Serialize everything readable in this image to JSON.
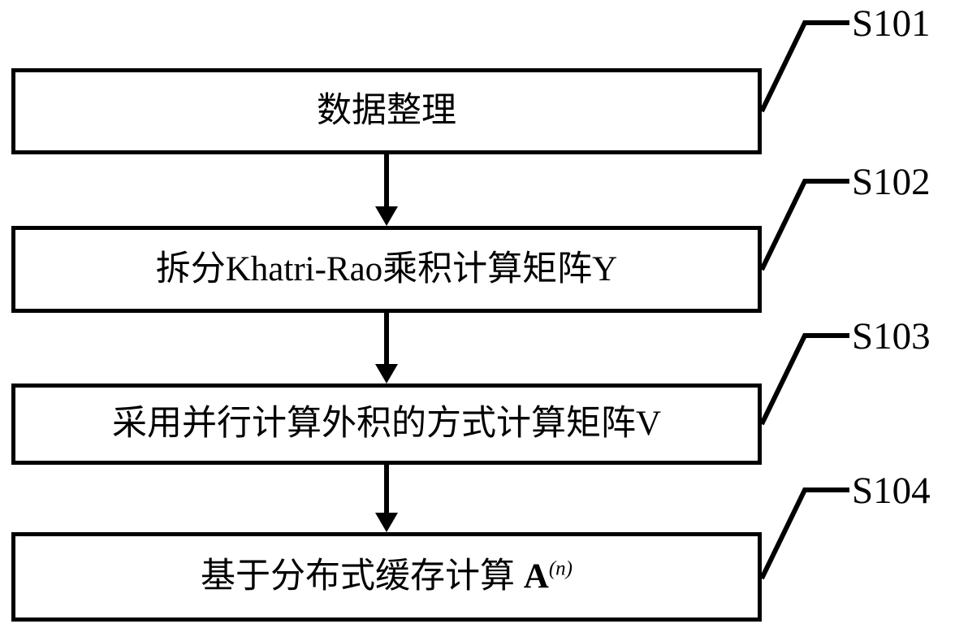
{
  "diagram": {
    "type": "flowchart",
    "title": "",
    "orientation": "vertical",
    "background_color": "#ffffff",
    "line_color": "#000000",
    "steps": [
      {
        "tag": "S101",
        "text": "数据整理",
        "text_plain": "数据整理"
      },
      {
        "tag": "S102",
        "text": "拆分Khatri-Rao乘积计算矩阵Y",
        "text_plain": "拆分Khatri-Rao乘积计算矩阵Y"
      },
      {
        "tag": "S103",
        "text": "采用并行计算外积的方式计算矩阵V",
        "text_plain": "采用并行计算外积的方式计算矩阵V"
      },
      {
        "tag": "S104",
        "text_prefix": "基于分布式缓存计算 ",
        "text_matrix": "A",
        "text_superscript": "(n)",
        "text_plain": "基于分布式缓存计算 A(n)"
      }
    ],
    "connectors": [
      {
        "from": "S101",
        "to": "S102",
        "style": "arrow-down"
      },
      {
        "from": "S102",
        "to": "S103",
        "style": "arrow-down"
      },
      {
        "from": "S103",
        "to": "S104",
        "style": "arrow-down"
      }
    ]
  }
}
